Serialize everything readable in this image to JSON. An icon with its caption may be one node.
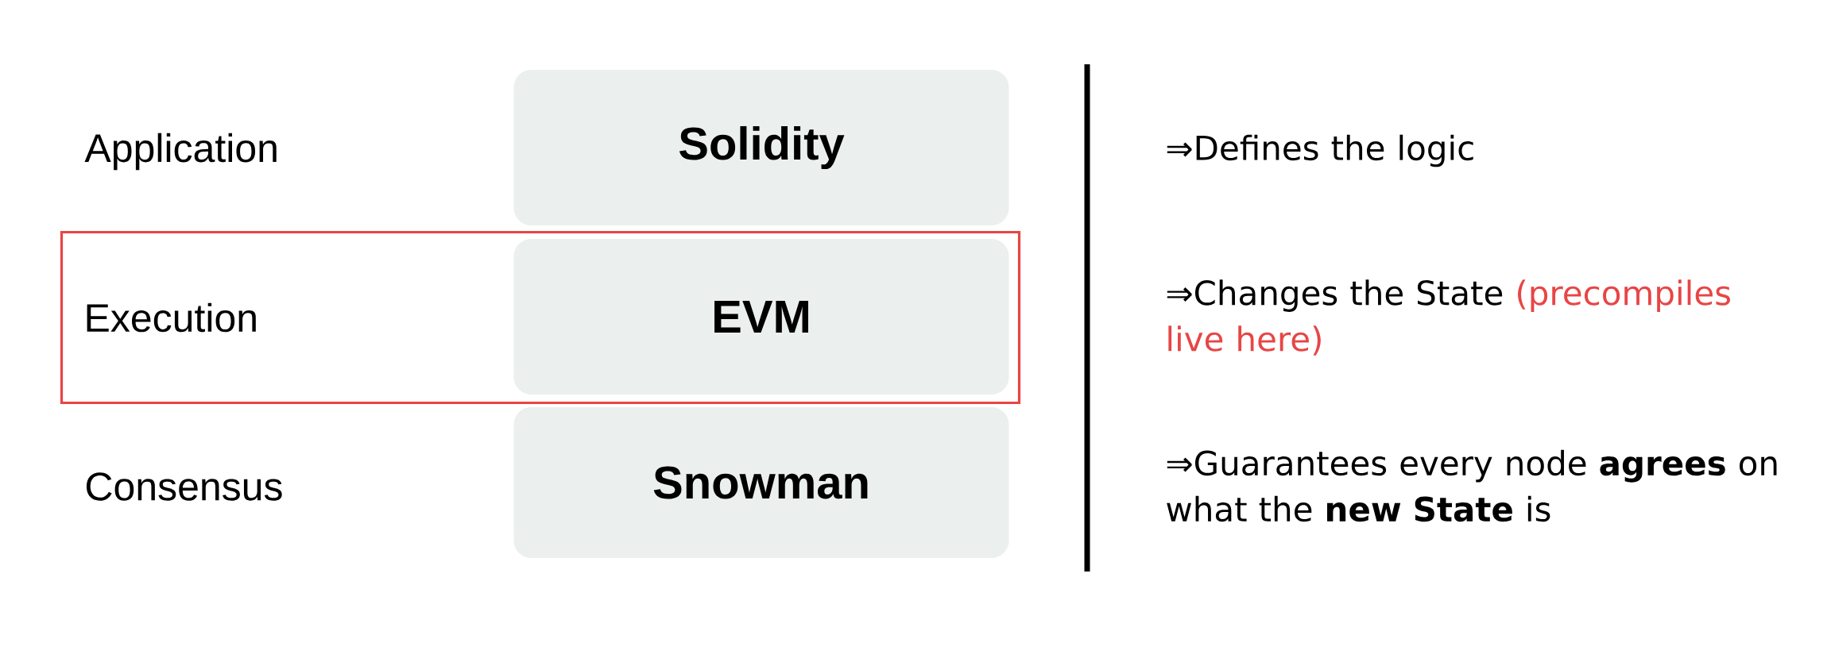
{
  "diagram": {
    "nodes": [
      {
        "text": [
          "Solidity"
        ]
      },
      {
        "text": [
          "Execution"
        ]
      },
      {
        "text": [
          "EVM"
        ],
        "in": 1
      },
      {
        "text": [
          "Snowman"
        ]
      }
    ],
    "labels": [
      "Application",
      "⇒Defines the logic",
      "⇒Changes the State",
      "(precompiles live here)",
      "Consensus",
      "⇒Guarantees every node **agrees** on what the **new State** is"
    ]
  }
}
